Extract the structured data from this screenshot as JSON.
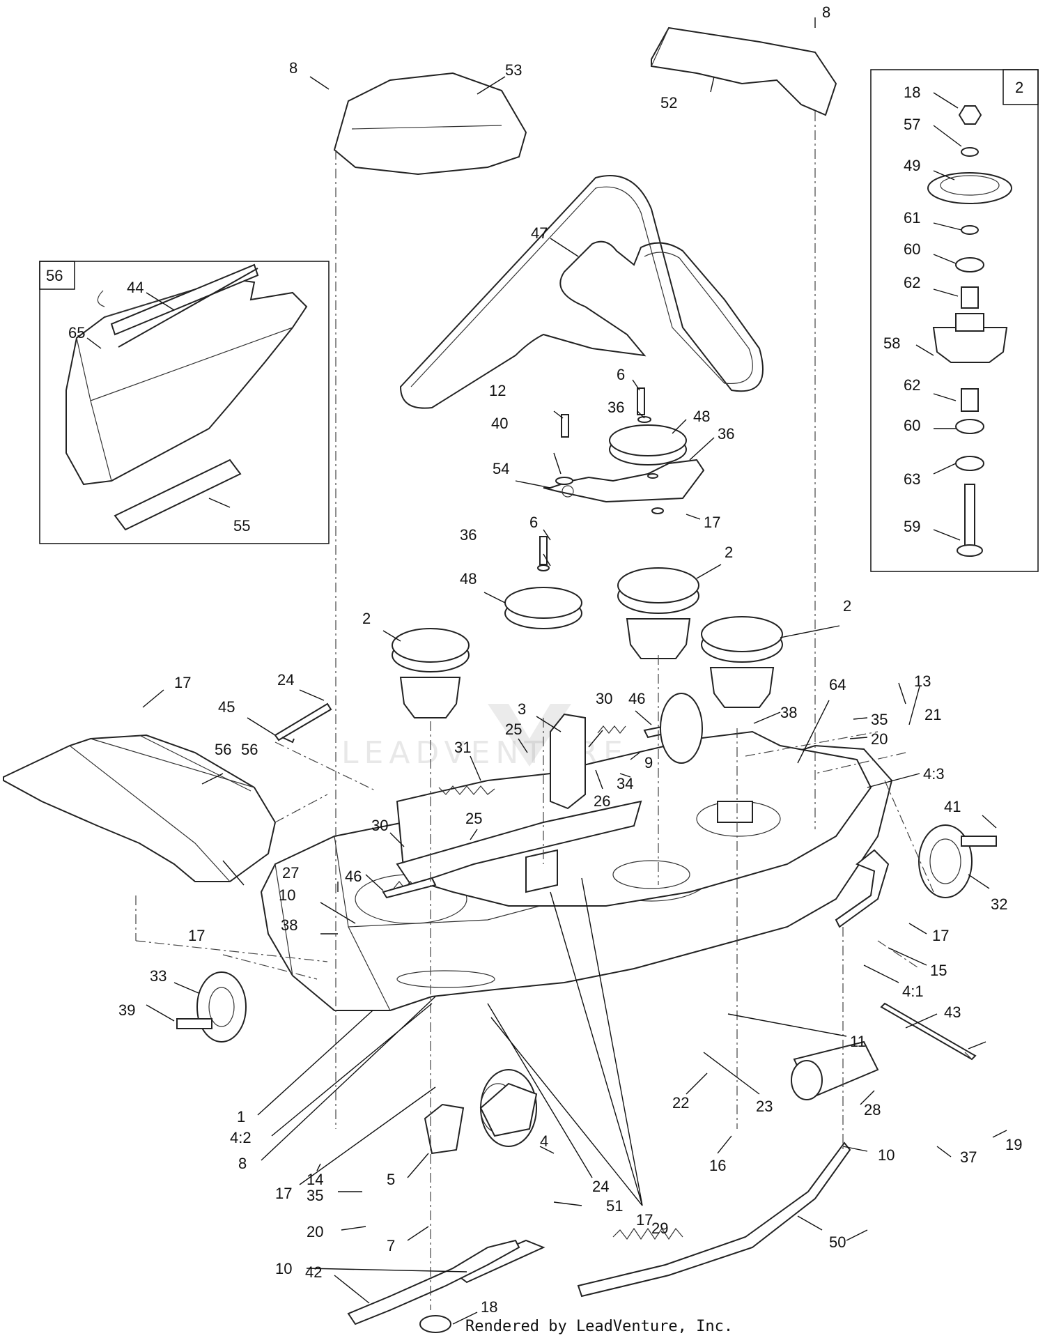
{
  "inset_boxes": [
    {
      "tag": "56"
    },
    {
      "tag": "2"
    }
  ],
  "callouts": [
    {
      "text": "8"
    },
    {
      "text": "53"
    },
    {
      "text": "8"
    },
    {
      "text": "52"
    },
    {
      "text": "47"
    },
    {
      "text": "56"
    },
    {
      "text": "44"
    },
    {
      "text": "65"
    },
    {
      "text": "55"
    },
    {
      "text": "18"
    },
    {
      "text": "57"
    },
    {
      "text": "49"
    },
    {
      "text": "61"
    },
    {
      "text": "60"
    },
    {
      "text": "62"
    },
    {
      "text": "58"
    },
    {
      "text": "62"
    },
    {
      "text": "60"
    },
    {
      "text": "63"
    },
    {
      "text": "59"
    },
    {
      "text": "6"
    },
    {
      "text": "36"
    },
    {
      "text": "48"
    },
    {
      "text": "12"
    },
    {
      "text": "40"
    },
    {
      "text": "36"
    },
    {
      "text": "54"
    },
    {
      "text": "17"
    },
    {
      "text": "6"
    },
    {
      "text": "36"
    },
    {
      "text": "48"
    },
    {
      "text": "2"
    },
    {
      "text": "2"
    },
    {
      "text": "2"
    },
    {
      "text": "24"
    },
    {
      "text": "17"
    },
    {
      "text": "45"
    },
    {
      "text": "56"
    },
    {
      "text": "30"
    },
    {
      "text": "46"
    },
    {
      "text": "3"
    },
    {
      "text": "25"
    },
    {
      "text": "31"
    },
    {
      "text": "9"
    },
    {
      "text": "34"
    },
    {
      "text": "26"
    },
    {
      "text": "38"
    },
    {
      "text": "64"
    },
    {
      "text": "13"
    },
    {
      "text": "35"
    },
    {
      "text": "21"
    },
    {
      "text": "20"
    },
    {
      "text": "4:3"
    },
    {
      "text": "41"
    },
    {
      "text": "25"
    },
    {
      "text": "30"
    },
    {
      "text": "46"
    },
    {
      "text": "27"
    },
    {
      "text": "10"
    },
    {
      "text": "38"
    },
    {
      "text": "17"
    },
    {
      "text": "33"
    },
    {
      "text": "39"
    },
    {
      "text": "32"
    },
    {
      "text": "17"
    },
    {
      "text": "15"
    },
    {
      "text": "4:1"
    },
    {
      "text": "43"
    },
    {
      "text": "11"
    },
    {
      "text": "23"
    },
    {
      "text": "22"
    },
    {
      "text": "28"
    },
    {
      "text": "37"
    },
    {
      "text": "19"
    },
    {
      "text": "1"
    },
    {
      "text": "4:2"
    },
    {
      "text": "8"
    },
    {
      "text": "14"
    },
    {
      "text": "17"
    },
    {
      "text": "35"
    },
    {
      "text": "20"
    },
    {
      "text": "5"
    },
    {
      "text": "7"
    },
    {
      "text": "24"
    },
    {
      "text": "4"
    },
    {
      "text": "17"
    },
    {
      "text": "16"
    },
    {
      "text": "29"
    },
    {
      "text": "10"
    },
    {
      "text": "51"
    },
    {
      "text": "50"
    },
    {
      "text": "10"
    },
    {
      "text": "42"
    },
    {
      "text": "18"
    }
  ],
  "footer": "Rendered by LeadVenture, Inc.",
  "watermark": "LEADVENTURE"
}
